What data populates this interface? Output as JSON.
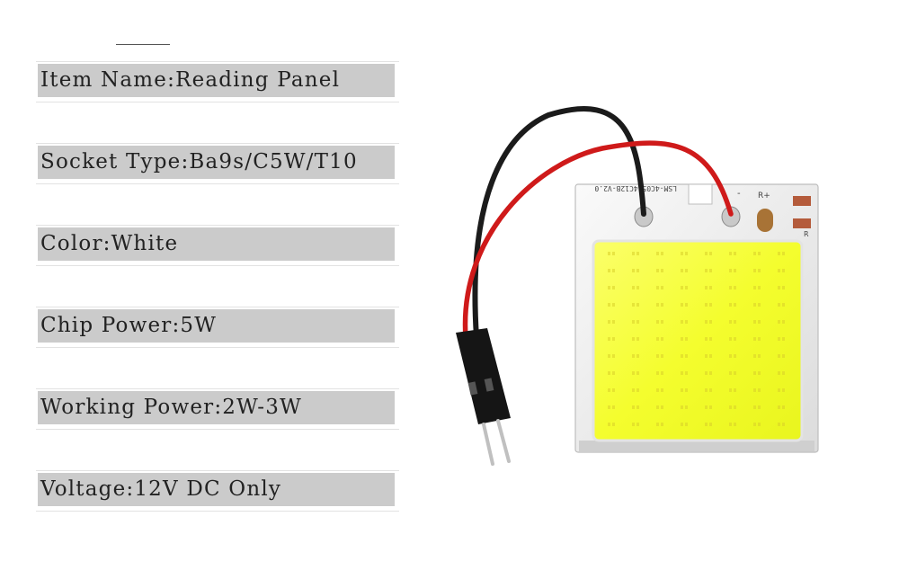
{
  "specs": [
    {
      "label": "Item Name:Reading Panel"
    },
    {
      "label": "Socket Type:Ba9s/C5W/T10"
    },
    {
      "label": "Color:White"
    },
    {
      "label": "Chip Power:5W"
    },
    {
      "label": "Working Power:2W-3W"
    },
    {
      "label": "Voltage:12V DC Only"
    }
  ],
  "product": {
    "board_marking": "LSM-4C05-4C12B-V2.0",
    "plus_marking": "R+",
    "r_marking": "R",
    "minus_marking": "-"
  },
  "colors": {
    "label_bar": "#cbcbcb",
    "led_surface": "#f6ff3a",
    "board": "#f2f2f2"
  }
}
